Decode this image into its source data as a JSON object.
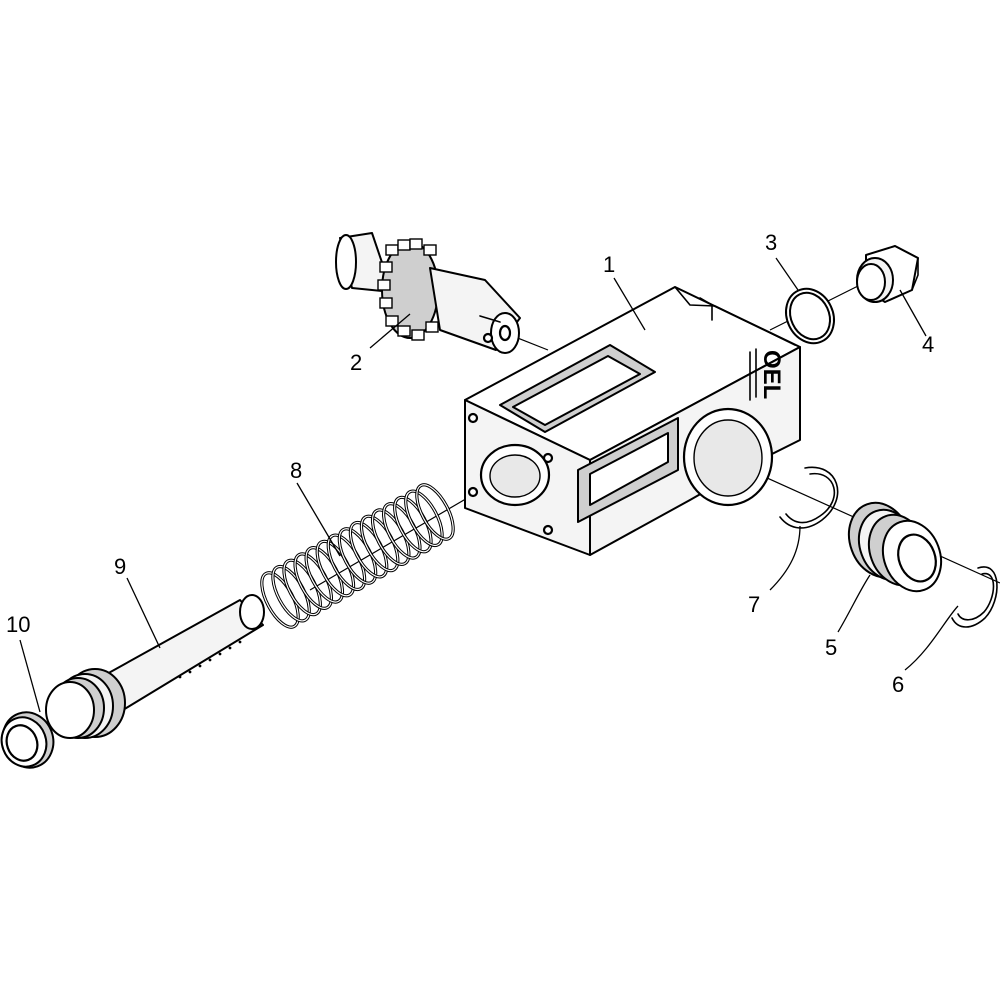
{
  "diagram": {
    "callouts": [
      {
        "id": "1",
        "label": "1"
      },
      {
        "id": "2",
        "label": "2"
      },
      {
        "id": "3",
        "label": "3"
      },
      {
        "id": "4",
        "label": "4"
      },
      {
        "id": "5",
        "label": "5"
      },
      {
        "id": "6",
        "label": "6"
      },
      {
        "id": "7",
        "label": "7"
      },
      {
        "id": "8",
        "label": "8"
      },
      {
        "id": "9",
        "label": "9"
      },
      {
        "id": "10",
        "label": "10"
      }
    ],
    "housing_marking": "OEL"
  }
}
